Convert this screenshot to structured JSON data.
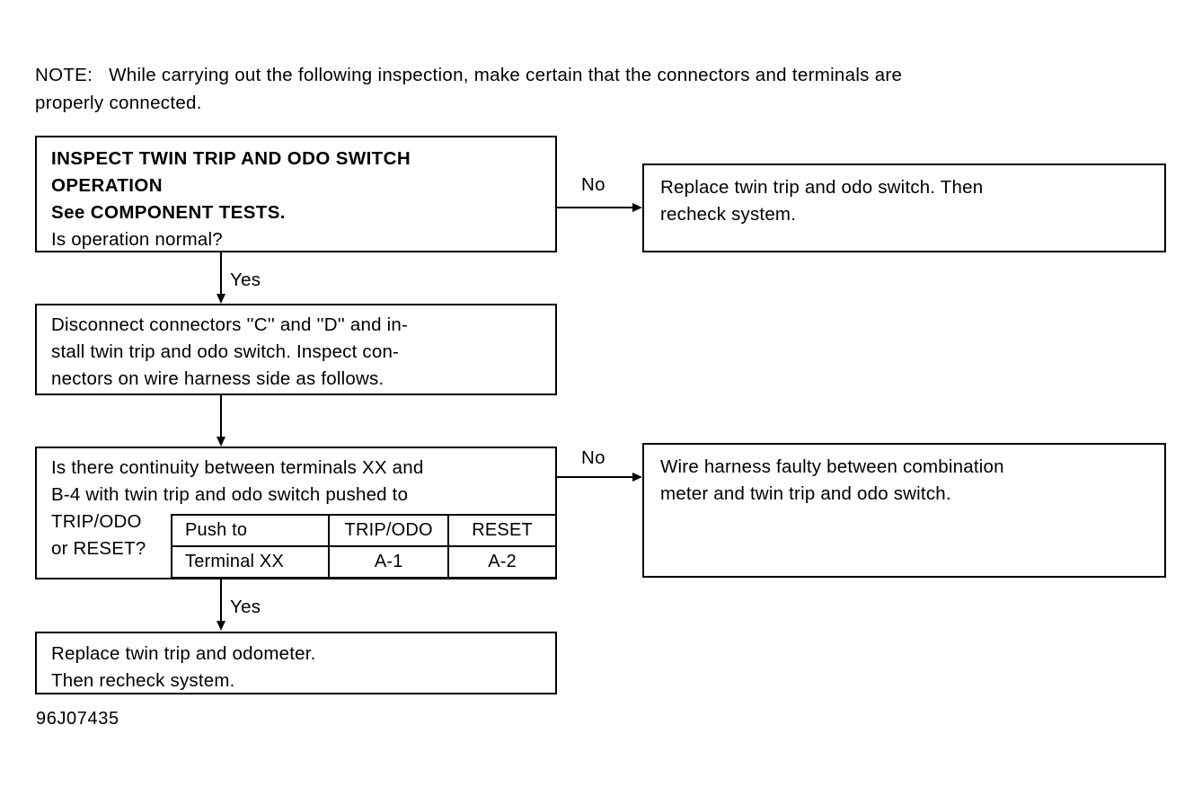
{
  "note": {
    "label": "NOTE:",
    "line1": "While carrying out the following inspection, make certain that the connectors and terminals are",
    "line2": "properly  connected."
  },
  "flowchart": {
    "boxes": {
      "inspect_switch": {
        "lines": [
          "INSPECT TWIN TRIP AND ODO SWITCH",
          "OPERATION",
          "See COMPONENT TESTS.",
          "Is operation normal?"
        ]
      },
      "replace_switch": {
        "lines": [
          "Replace twin trip and odo switch. Then",
          "recheck system."
        ]
      },
      "disconnect_connectors": {
        "lines": [
          "Disconnect connectors ''C'' and ''D'' and in-",
          "stall twin trip and odo switch. Inspect con-",
          "nectors on wire harness side as follows."
        ]
      },
      "continuity_check": {
        "lines": [
          "Is there continuity between terminals XX and",
          "B-4 with twin trip and odo switch pushed to",
          "TRIP/ODO",
          "or RESET?"
        ]
      },
      "harness_faulty": {
        "lines": [
          "Wire harness faulty between combination",
          "meter and twin trip and odo switch."
        ]
      },
      "replace_odometer": {
        "lines": [
          "Replace twin trip and odometer.",
          "Then recheck system."
        ]
      }
    },
    "terminal_table": {
      "rows": [
        [
          "Push to",
          "TRIP/ODO",
          "RESET"
        ],
        [
          "Terminal XX",
          "A-1",
          "A-2"
        ]
      ]
    },
    "edge_labels": {
      "no_1": "No",
      "yes_1": "Yes",
      "no_2": "No",
      "yes_2": "Yes"
    }
  },
  "figure_id": "96J07435"
}
